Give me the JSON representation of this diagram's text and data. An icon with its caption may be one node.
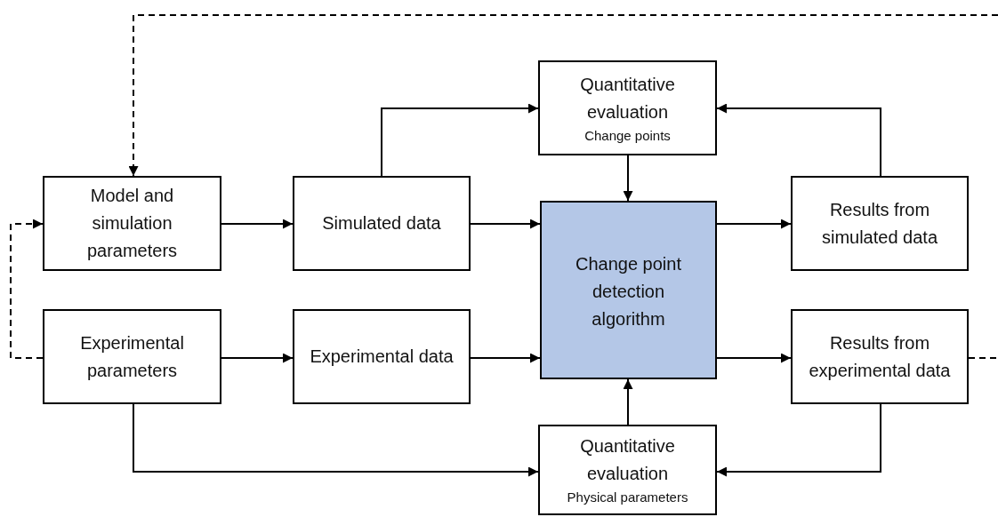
{
  "diagram": {
    "nodes": [
      {
        "text": [
          "Model and simulation parameters"
        ]
      },
      {
        "text": [
          "Simulated data"
        ]
      },
      {
        "text": [
          "Quantitative evaluation",
          "Change points"
        ]
      },
      {
        "text": [
          "Change point detection algorithm"
        ]
      },
      {
        "text": [
          "Results from simulated data"
        ]
      },
      {
        "text": [
          "Experimental parameters"
        ]
      },
      {
        "text": [
          "Experimental data"
        ]
      },
      {
        "text": [
          "Results from experimental data"
        ]
      },
      {
        "text": [
          "Quantitative evaluation",
          "Physical parameters"
        ]
      }
    ],
    "edges": [
      {
        "from": 0,
        "to": 1,
        "arrow": "to"
      },
      {
        "from": 1,
        "to": 3,
        "arrow": "to"
      },
      {
        "from": 1,
        "to": 2,
        "arrow": "to"
      },
      {
        "from": 2,
        "to": 3,
        "arrow": "to"
      },
      {
        "from": 3,
        "to": 4,
        "arrow": "to"
      },
      {
        "from": 4,
        "to": 2,
        "arrow": "to"
      },
      {
        "from": 5,
        "to": 6,
        "arrow": "to"
      },
      {
        "from": 6,
        "to": 3,
        "arrow": "to"
      },
      {
        "from": 3,
        "to": 7,
        "arrow": "to"
      },
      {
        "from": 5,
        "to": 8,
        "arrow": "to"
      },
      {
        "from": 7,
        "to": 8,
        "arrow": "to"
      },
      {
        "from": 8,
        "to": 3,
        "arrow": "to"
      },
      {
        "from": 5,
        "to": 0,
        "arrow": "to",
        "style": "dashed"
      },
      {
        "from": 7,
        "to": null,
        "arrow": "none",
        "style": "dashed"
      },
      {
        "from": null,
        "to": 0,
        "arrow": "to",
        "style": "dashed"
      }
    ]
  }
}
